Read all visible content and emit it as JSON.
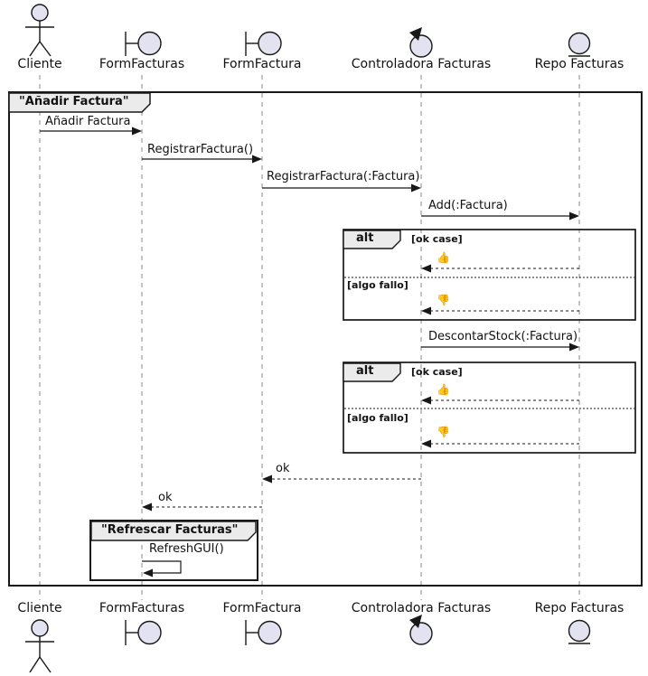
{
  "diagram_type": "uml-sequence-diagram",
  "title_frame": {
    "label": "\"Añadir Factura\""
  },
  "group_frame": {
    "label": "\"Refrescar Facturas\""
  },
  "participants": [
    {
      "name": "Cliente",
      "type": "actor"
    },
    {
      "name": "FormFacturas",
      "type": "boundary"
    },
    {
      "name": "FormFactura",
      "type": "boundary"
    },
    {
      "name": "Controladora Facturas",
      "type": "control"
    },
    {
      "name": "Repo Facturas",
      "type": "entity"
    }
  ],
  "fragments": [
    {
      "operator": "alt",
      "guards": [
        "[ok case]",
        "[algo fallo]"
      ]
    },
    {
      "operator": "alt",
      "guards": [
        "[ok case]",
        "[algo fallo]"
      ]
    }
  ],
  "messages": [
    {
      "label": "Añadir Factura",
      "from": "Cliente",
      "to": "FormFacturas",
      "style": "solid"
    },
    {
      "label": "RegistrarFactura()",
      "from": "FormFacturas",
      "to": "FormFactura",
      "style": "solid"
    },
    {
      "label": "RegistrarFactura(:Factura)",
      "from": "FormFactura",
      "to": "Controladora Facturas",
      "style": "solid"
    },
    {
      "label": "Add(:Factura)",
      "from": "Controladora Facturas",
      "to": "Repo Facturas",
      "style": "solid"
    },
    {
      "label": "👍",
      "icon": "thumbs-up-icon",
      "from": "Repo Facturas",
      "to": "Controladora Facturas",
      "style": "dashed"
    },
    {
      "label": "👎",
      "icon": "thumbs-down-icon",
      "from": "Repo Facturas",
      "to": "Controladora Facturas",
      "style": "dashed"
    },
    {
      "label": "DescontarStock(:Factura)",
      "from": "Controladora Facturas",
      "to": "Repo Facturas",
      "style": "solid"
    },
    {
      "label": "👍",
      "icon": "thumbs-up-icon",
      "from": "Repo Facturas",
      "to": "Controladora Facturas",
      "style": "dashed"
    },
    {
      "label": "👎",
      "icon": "thumbs-down-icon",
      "from": "Repo Facturas",
      "to": "Controladora Facturas",
      "style": "dashed"
    },
    {
      "label": "ok",
      "from": "Controladora Facturas",
      "to": "FormFactura",
      "style": "dashed"
    },
    {
      "label": "ok",
      "from": "FormFactura",
      "to": "FormFacturas",
      "style": "dashed"
    },
    {
      "label": "RefreshGUI()",
      "from": "FormFacturas",
      "to": "FormFacturas",
      "style": "self"
    }
  ],
  "colors": {
    "background": "#FFFFFF",
    "participant_fill": "#E2E2F0",
    "stroke": "#181818",
    "frame_label_bg": "#EBEBEB",
    "lifeline": "#8A8A8A",
    "text": "#121212"
  }
}
